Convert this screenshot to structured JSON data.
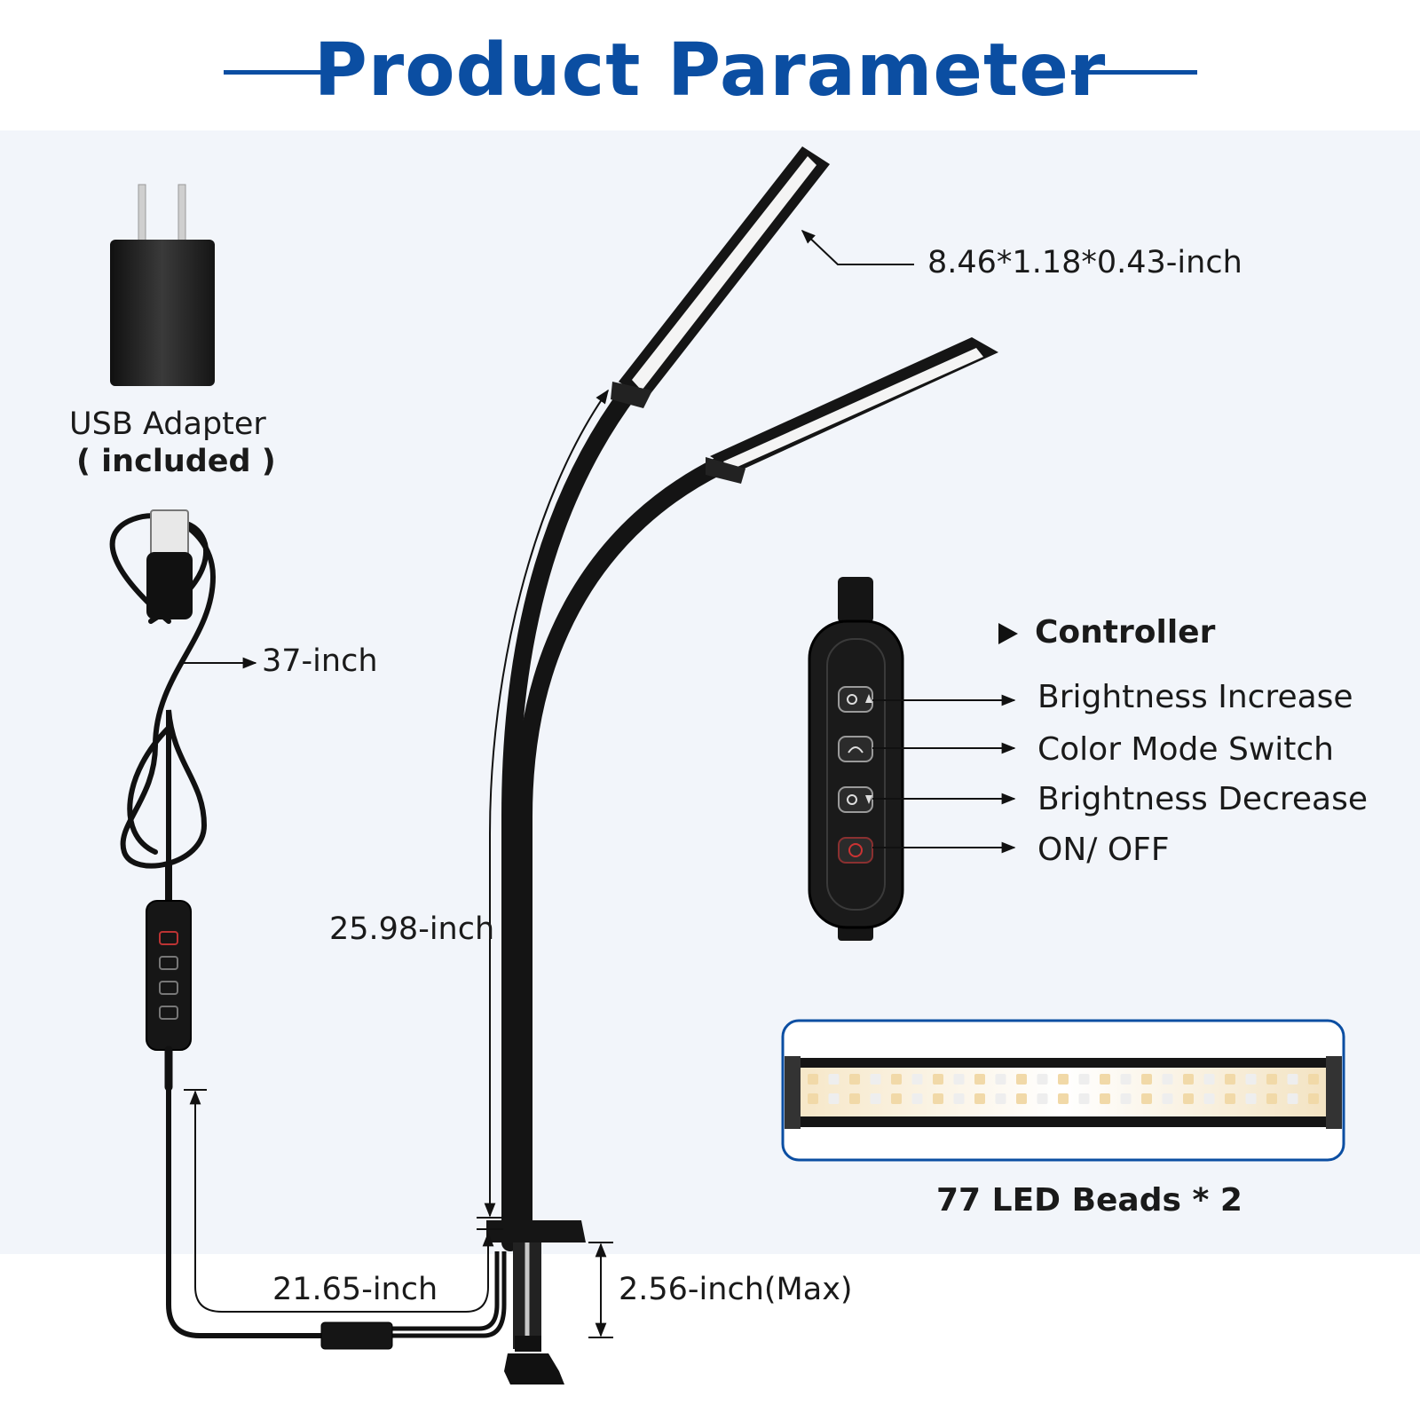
{
  "title": "Product Parameter",
  "adapter": {
    "label": "USB Adapter",
    "note": "( included )"
  },
  "dimensions": {
    "light_bar": "8.46*1.18*0.43-inch",
    "cable": "37-inch",
    "gooseneck": "25.98-inch",
    "cord_to_clamp": "21.65-inch",
    "clamp": "2.56-inch(Max)"
  },
  "controller": {
    "heading": "Controller",
    "buttons": [
      {
        "label": "Brightness Increase",
        "icon": "brightness-up-icon"
      },
      {
        "label": "Color Mode Switch",
        "icon": "color-mode-icon"
      },
      {
        "label": "Brightness Decrease",
        "icon": "brightness-down-icon"
      },
      {
        "label": "ON/ OFF",
        "icon": "power-icon"
      }
    ]
  },
  "led_caption": "77 LED Beads * 2",
  "colors": {
    "accent": "#0b4ea2",
    "panel": "#f2f5fa",
    "device": "#151515"
  }
}
